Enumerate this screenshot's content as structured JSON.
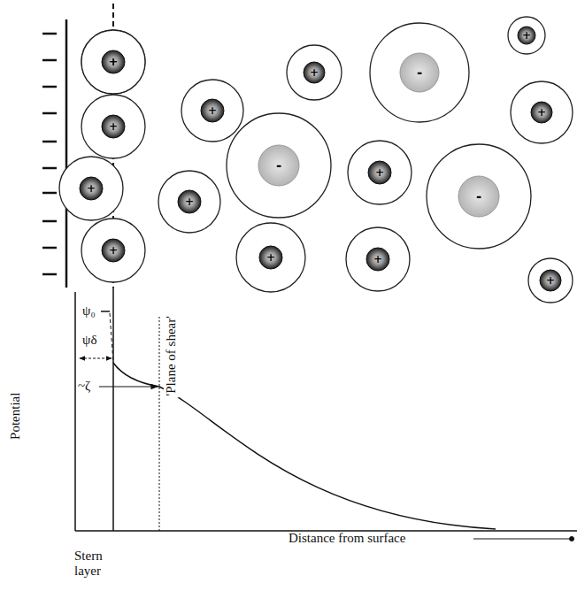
{
  "diagram": {
    "nodes": [
      {
        "text": [
          "+"
        ]
      },
      {
        "text": [
          "+"
        ]
      },
      {
        "text": [
          "-"
        ]
      },
      {
        "text": [
          "+"
        ]
      },
      {
        "text": [
          "+"
        ]
      },
      {
        "text": [
          "+"
        ]
      },
      {
        "text": [
          "-"
        ]
      },
      {
        "text": [
          "+"
        ]
      },
      {
        "text": [
          "+"
        ]
      },
      {
        "text": [
          "+"
        ]
      },
      {
        "text": [
          "+"
        ]
      },
      {
        "text": [
          "-"
        ]
      },
      {
        "text": [
          "+"
        ]
      },
      {
        "text": [
          "+"
        ]
      },
      {
        "text": [
          "+"
        ]
      },
      {
        "text": [
          "+"
        ]
      },
      {
        "text": [
          "+"
        ]
      }
    ],
    "labels": [
      "ψ₀",
      "ψδ",
      "~ζ",
      "Potential",
      "'Plane of shear'",
      "Distance from surface",
      "Stern layer"
    ]
  }
}
